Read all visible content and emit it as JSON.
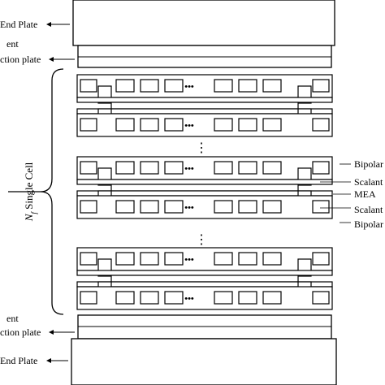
{
  "labels": {
    "end_plate_top": "End Plate",
    "current_top_line1": "ent",
    "current_top_line2": "ction plate",
    "current_bottom_line1": "ent",
    "current_bottom_line2": "ction plate",
    "end_plate_bottom": "End Plate",
    "single_cell_n": "N",
    "single_cell_sub": "f",
    "single_cell_rest": " Single Cell",
    "bipolar_top": "Bipolar",
    "sealant_top": "Scalant",
    "mea": "MEA",
    "sealant_bottom": "Scalant",
    "bipolar_bottom": "Bipolar",
    "channel_dots": "•••",
    "stack_dots": "⋮"
  },
  "colors": {
    "stroke": "#000000",
    "fill": "#ffffff"
  },
  "cells": [
    {
      "name": "cell-top"
    },
    {
      "name": "cell-middle"
    },
    {
      "name": "cell-bottom"
    }
  ]
}
